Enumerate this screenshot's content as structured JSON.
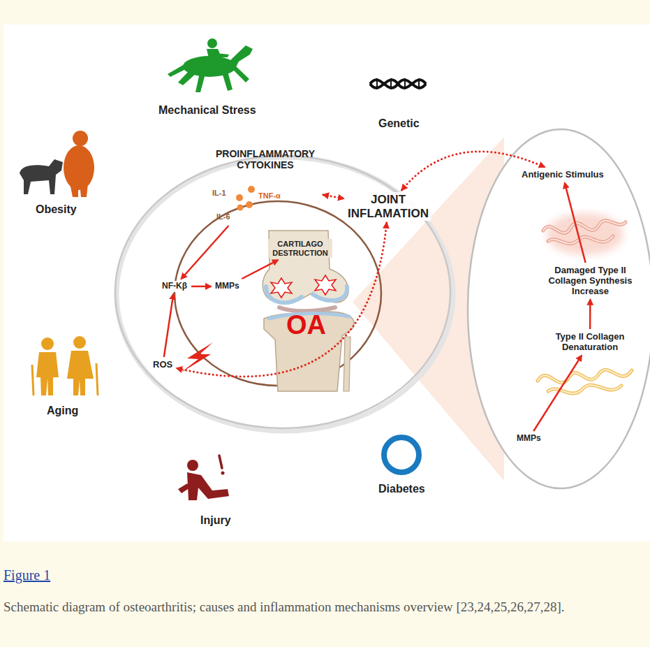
{
  "diagram": {
    "title": "Figure 1",
    "caption": "Schematic diagram of osteoarthritis; causes and inflammation mechanisms overview [23,24,25,26,27,28].",
    "nodes": [
      {
        "text": [
          "PROINFLAMMATORY CYTOKINES",
          "IL-1",
          "TNF-α",
          "IL-6"
        ]
      },
      {
        "text": [
          "JOINT INFLAMATION"
        ]
      },
      {
        "text": [
          "NF-Kβ"
        ]
      },
      {
        "text": [
          "MMPs"
        ]
      },
      {
        "text": [
          "CARTILAGO DESTRUCTION"
        ]
      },
      {
        "text": [
          "ROS"
        ]
      },
      {
        "text": [
          "Antigenic Stimulus"
        ]
      },
      {
        "text": [
          "Damaged Type II Collagen Synthesis Increase"
        ]
      },
      {
        "text": [
          "Type II Collagen Denaturation"
        ]
      },
      {
        "text": [
          "MMPs"
        ]
      }
    ],
    "edges": [
      {
        "from": 0,
        "to": 1,
        "arrow": "both"
      },
      {
        "from": 0,
        "to": 2,
        "arrow": "to"
      },
      {
        "from": 2,
        "to": 3,
        "arrow": "to"
      },
      {
        "from": 3,
        "to": 4,
        "arrow": "to"
      },
      {
        "from": 5,
        "to": 2,
        "arrow": "to"
      },
      {
        "from": 1,
        "to": 5,
        "arrow": "both"
      },
      {
        "from": 1,
        "to": 6,
        "arrow": "both"
      },
      {
        "from": 9,
        "to": 8,
        "arrow": "to"
      },
      {
        "from": 8,
        "to": 7,
        "arrow": "to"
      },
      {
        "from": 7,
        "to": 6,
        "arrow": "to"
      }
    ],
    "labels": [
      "Mechanical Stress",
      "Genetic",
      "Obesity",
      "Aging",
      "Injury",
      "Diabetes",
      "OA"
    ]
  }
}
